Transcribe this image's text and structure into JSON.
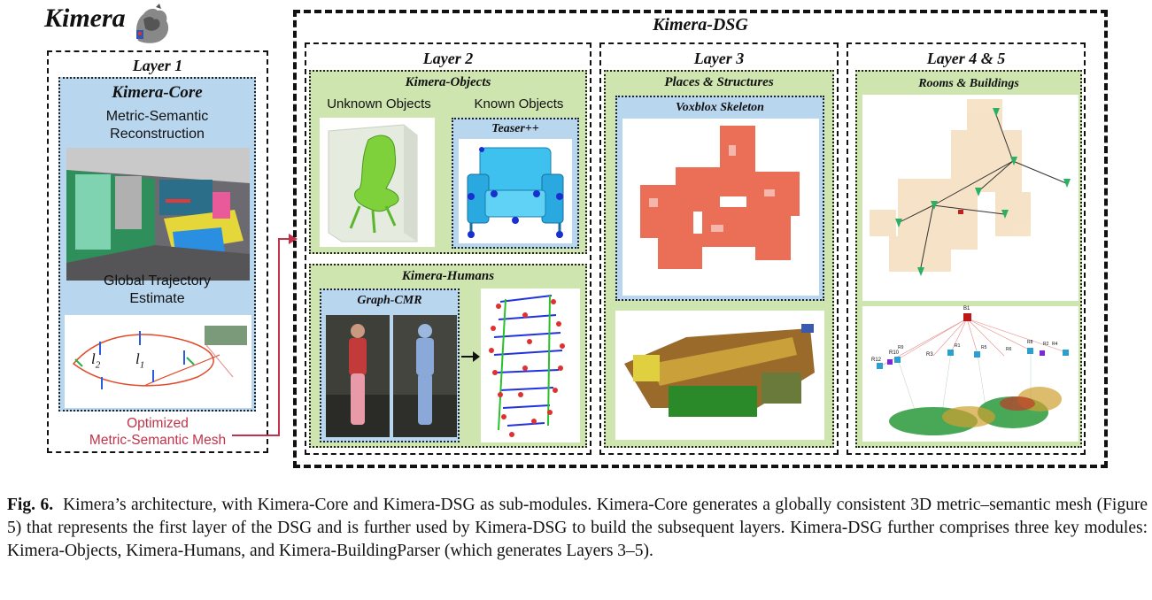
{
  "logo": {
    "text": "Kimera",
    "mascot_icon": "chimera-mascot-icon"
  },
  "dsg": {
    "title": "Kimera-DSG"
  },
  "layer1": {
    "title": "Layer 1",
    "core_title": "Kimera-Core",
    "recon_line1": "Metric-Semantic",
    "recon_line2": "Reconstruction",
    "traj_line1": "Global Trajectory",
    "traj_line2": "Estimate",
    "traj_label_l2": "l",
    "traj_label_l2_sub": "2",
    "traj_label_l1": "l",
    "traj_label_l1_sub": "1",
    "output_line1": "Optimized",
    "output_line2": "Metric-Semantic Mesh"
  },
  "layer2": {
    "title": "Layer 2",
    "objects_title": "Kimera-Objects",
    "unknown_label": "Unknown Objects",
    "known_label": "Known Objects",
    "teaser_title": "Teaser++",
    "humans_title": "Kimera-Humans",
    "graphcmr_title": "Graph-CMR"
  },
  "layer3": {
    "title": "Layer 3",
    "places_title": "Places & Structures",
    "voxblox_title": "Voxblox Skeleton"
  },
  "layer45": {
    "title": "Layer 4 & 5",
    "rooms_title": "Rooms & Buildings",
    "graph_labels": [
      "B1",
      "R12",
      "R10",
      "R9",
      "R3",
      "R1",
      "R5",
      "R6",
      "R8",
      "R2",
      "R4"
    ]
  },
  "caption": {
    "label": "Fig. 6.",
    "text": "Kimera’s architecture, with Kimera-Core and Kimera-DSG as sub-modules. Kimera-Core generates a globally consistent 3D metric–semantic mesh (Figure 5) that represents the first layer of the DSG and is further used by Kimera-DSG to build the subsequent layers. Kimera-DSG further comprises three key modules: Kimera-Objects, Kimera-Humans, and Kimera-BuildingParser (which generates Layers 3–5)."
  },
  "colors": {
    "green_panel": "#cfe5b0",
    "blue_panel": "#b9d6ef",
    "output_text": "#c0334a",
    "arrow": "#c0334a"
  }
}
